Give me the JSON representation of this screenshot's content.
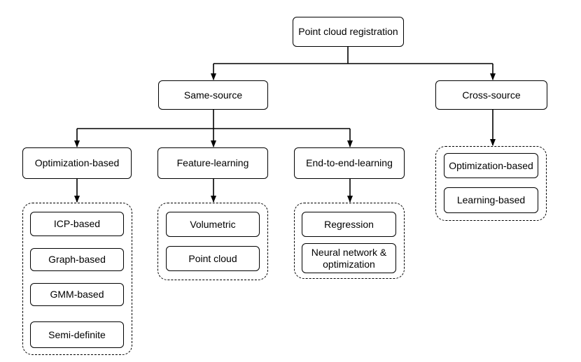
{
  "diagram": {
    "root": "Point cloud registration",
    "level1": {
      "same_source": "Same-source",
      "cross_source": "Cross-source"
    },
    "same_source": {
      "optimization": {
        "label": "Optimization-based",
        "methods": [
          "ICP-based",
          "Graph-based",
          "GMM-based",
          "Semi-definite"
        ]
      },
      "feature": {
        "label": "Feature-learning",
        "methods": [
          "Volumetric",
          "Point cloud"
        ]
      },
      "end_to_end": {
        "label": "End-to-end-learning",
        "methods": [
          "Regression",
          "Neural network & optimization"
        ]
      }
    },
    "cross_source": {
      "methods": [
        "Optimization-based",
        "Learning-based"
      ]
    }
  }
}
